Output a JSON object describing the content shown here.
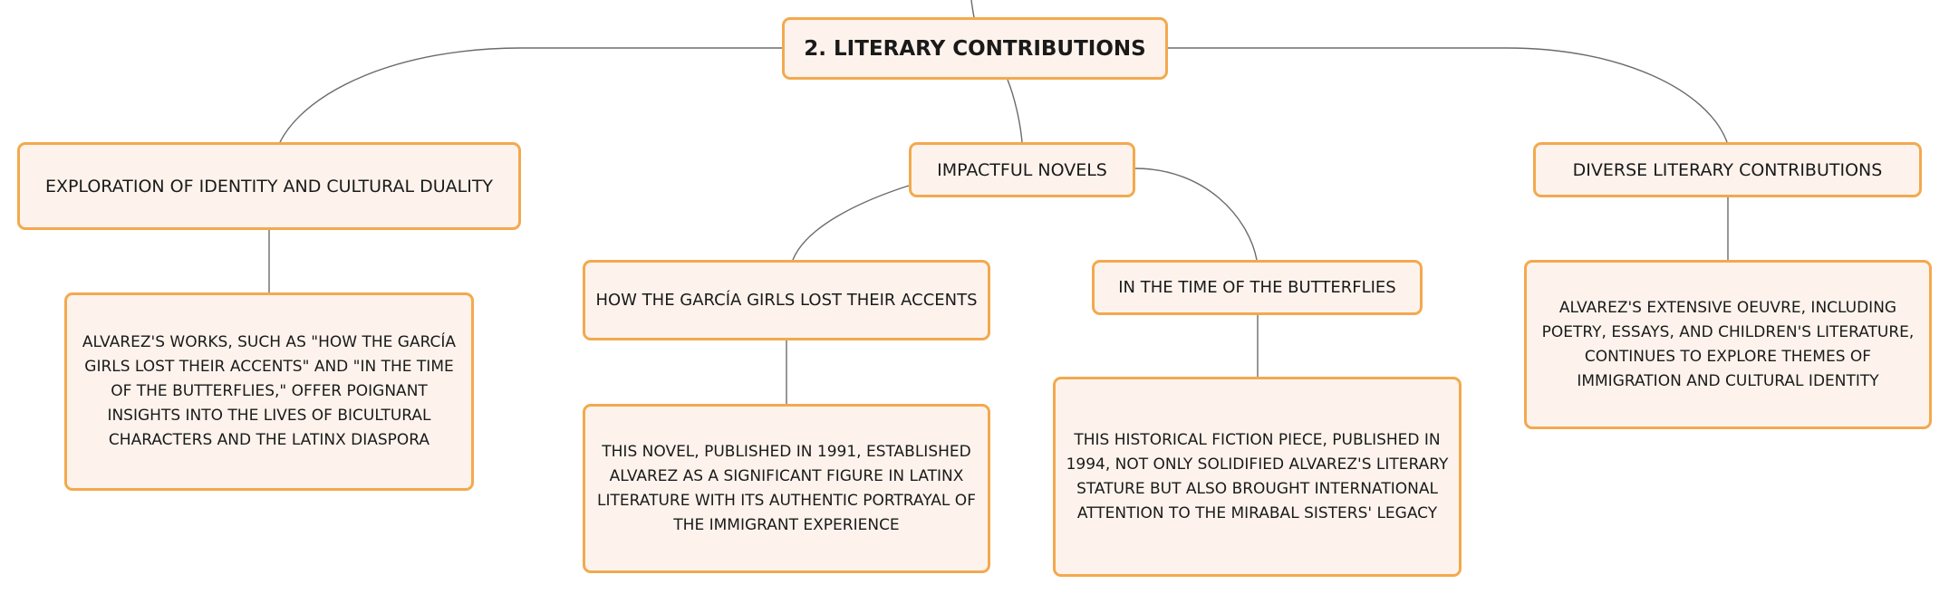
{
  "root": {
    "label": "2. LITERARY CONTRIBUTIONS"
  },
  "topics": {
    "identity": "EXPLORATION OF IDENTITY AND CULTURAL DUALITY",
    "novels": "IMPACTFUL NOVELS",
    "diverse": "DIVERSE LITERARY CONTRIBUTIONS"
  },
  "novels": {
    "garcia": "HOW THE GARCÍA GIRLS LOST THEIR ACCENTS",
    "butterflies": "IN THE TIME OF THE BUTTERFLIES"
  },
  "details": {
    "identity": "ALVAREZ'S WORKS, SUCH AS \"HOW THE GARCÍA GIRLS LOST THEIR ACCENTS\" AND \"IN THE TIME OF THE BUTTERFLIES,\" OFFER POIGNANT INSIGHTS INTO THE LIVES OF BICULTURAL CHARACTERS AND THE LATINX DIASPORA",
    "garcia": "THIS NOVEL, PUBLISHED IN 1991, ESTABLISHED ALVAREZ AS A SIGNIFICANT FIGURE IN LATINX LITERATURE WITH ITS AUTHENTIC PORTRAYAL OF THE IMMIGRANT EXPERIENCE",
    "butterflies": "THIS HISTORICAL FICTION PIECE, PUBLISHED IN 1994, NOT ONLY SOLIDIFIED ALVAREZ'S LITERARY STATURE BUT ALSO BROUGHT INTERNATIONAL ATTENTION TO THE MIRABAL SISTERS' LEGACY",
    "diverse": "ALVAREZ'S EXTENSIVE OEUVRE, INCLUDING POETRY, ESSAYS, AND CHILDREN'S LITERATURE, CONTINUES TO EXPLORE THEMES OF IMMIGRATION AND CULTURAL IDENTITY"
  },
  "colors": {
    "node_fill": "#fdf3ec",
    "node_border": "#f3a94e",
    "connector": "#6b6b6b",
    "text": "#1a1a1a"
  }
}
